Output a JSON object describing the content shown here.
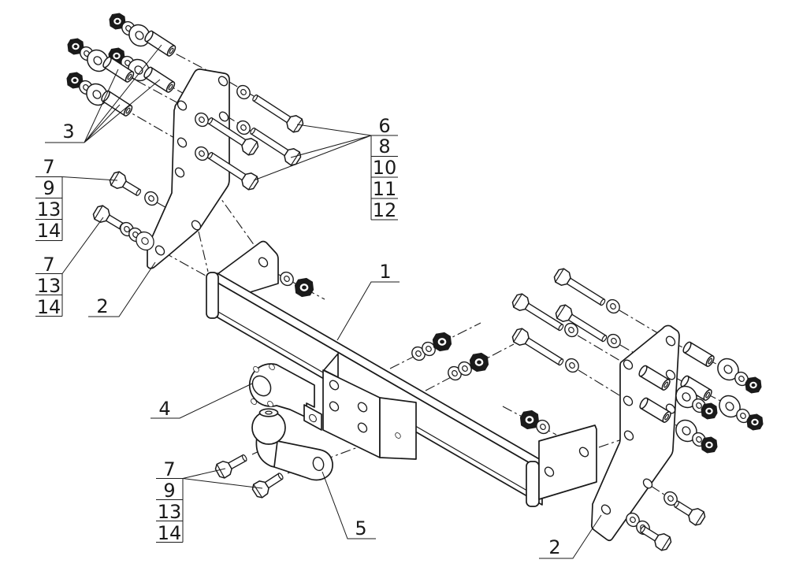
{
  "diagram": {
    "background": "#ffffff",
    "line_color": "#1a1a1a",
    "callouts": {
      "beam": {
        "label": "1"
      },
      "bracket_left": {
        "label": "2"
      },
      "bracket_right": {
        "label": "2"
      },
      "spacer_group": {
        "label": "3"
      },
      "adapter_plate": {
        "label": "4"
      },
      "tow_ball": {
        "label": "5"
      },
      "stack_right": {
        "items": [
          "6",
          "8",
          "10",
          "11",
          "12"
        ]
      },
      "stack_left_top": {
        "items": [
          "7",
          "9",
          "13",
          "14"
        ]
      },
      "stack_left_mid": {
        "items": [
          "7",
          "13",
          "14"
        ]
      },
      "stack_bottom_left": {
        "items": [
          "7",
          "9",
          "13",
          "14"
        ]
      }
    }
  }
}
